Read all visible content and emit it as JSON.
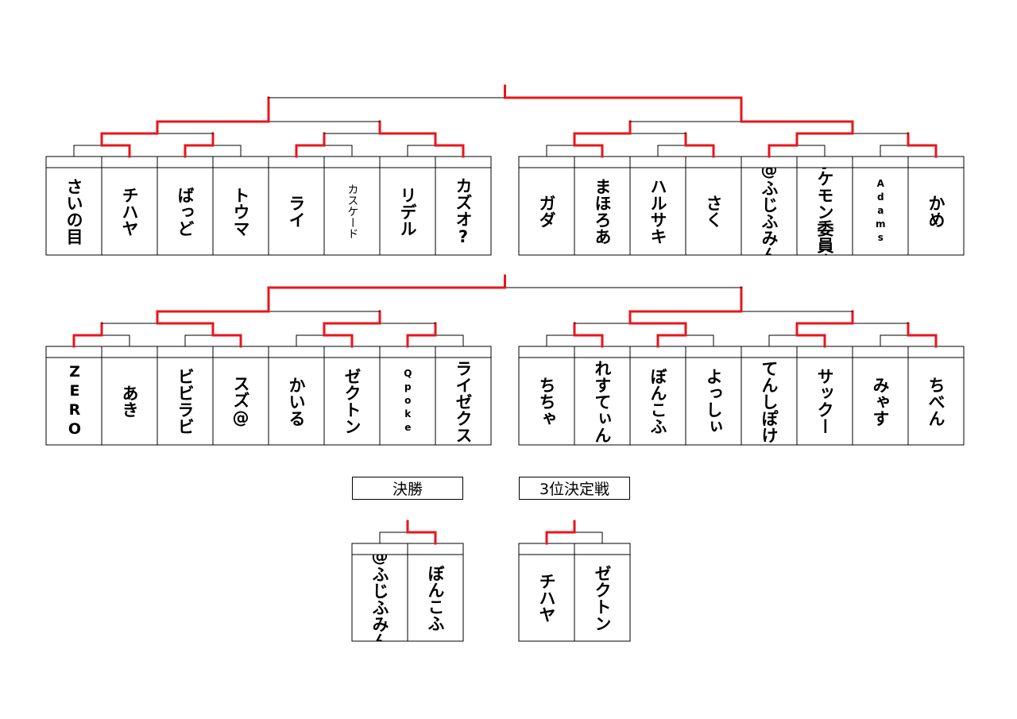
{
  "colors": {
    "win": "#e8161b",
    "line": "#000000",
    "background": "#ffffff"
  },
  "brackets": [
    {
      "name": "top-left-block",
      "players": [
        "さいの目",
        "チハヤ",
        "ばっど",
        "トウマ",
        "ライ",
        "カスケード",
        "リデル",
        "カズオ?"
      ],
      "r1_winners": [
        1,
        0,
        0,
        1
      ],
      "r2_winners": [
        0,
        1
      ],
      "r3_winner": 0
    },
    {
      "name": "top-right-block",
      "players": [
        "ガダ",
        "まほろあ",
        "ハルサキ",
        "さく",
        "@ふじふみん",
        "ポケモン委員会",
        "Adams",
        "かめ"
      ],
      "r1_winners": [
        1,
        1,
        0,
        1
      ],
      "r2_winners": [
        0,
        0
      ],
      "r3_winner": 1
    },
    {
      "name": "bottom-left-block",
      "players": [
        "ZERO",
        "あき",
        "ビビラビ",
        "スズ@",
        "かいる",
        "ゼクトン",
        "Qpoke",
        "ライゼクス"
      ],
      "r1_winners": [
        0,
        1,
        1,
        0
      ],
      "r2_winners": [
        1,
        0
      ],
      "r3_winner": 0
    },
    {
      "name": "bottom-right-block",
      "players": [
        "ちちゃ",
        "れすてぃん",
        "ぼんこふ",
        "よっしぃ",
        "てんしぽけ",
        "サックー",
        "みゃす",
        "ちべん"
      ],
      "r1_winners": [
        1,
        0,
        1,
        1
      ],
      "r2_winners": [
        1,
        0
      ],
      "r3_winner": 0
    }
  ],
  "pair_winners": {
    "top": 1,
    "bottom": 0
  },
  "finals": {
    "final": {
      "label": "決勝",
      "players": [
        "@ふじふみん",
        "ぼんこふ"
      ],
      "winner": 1
    },
    "third_place": {
      "label": "3位決定戦",
      "players": [
        "チハヤ",
        "ゼクトン"
      ],
      "winner": 0
    }
  }
}
